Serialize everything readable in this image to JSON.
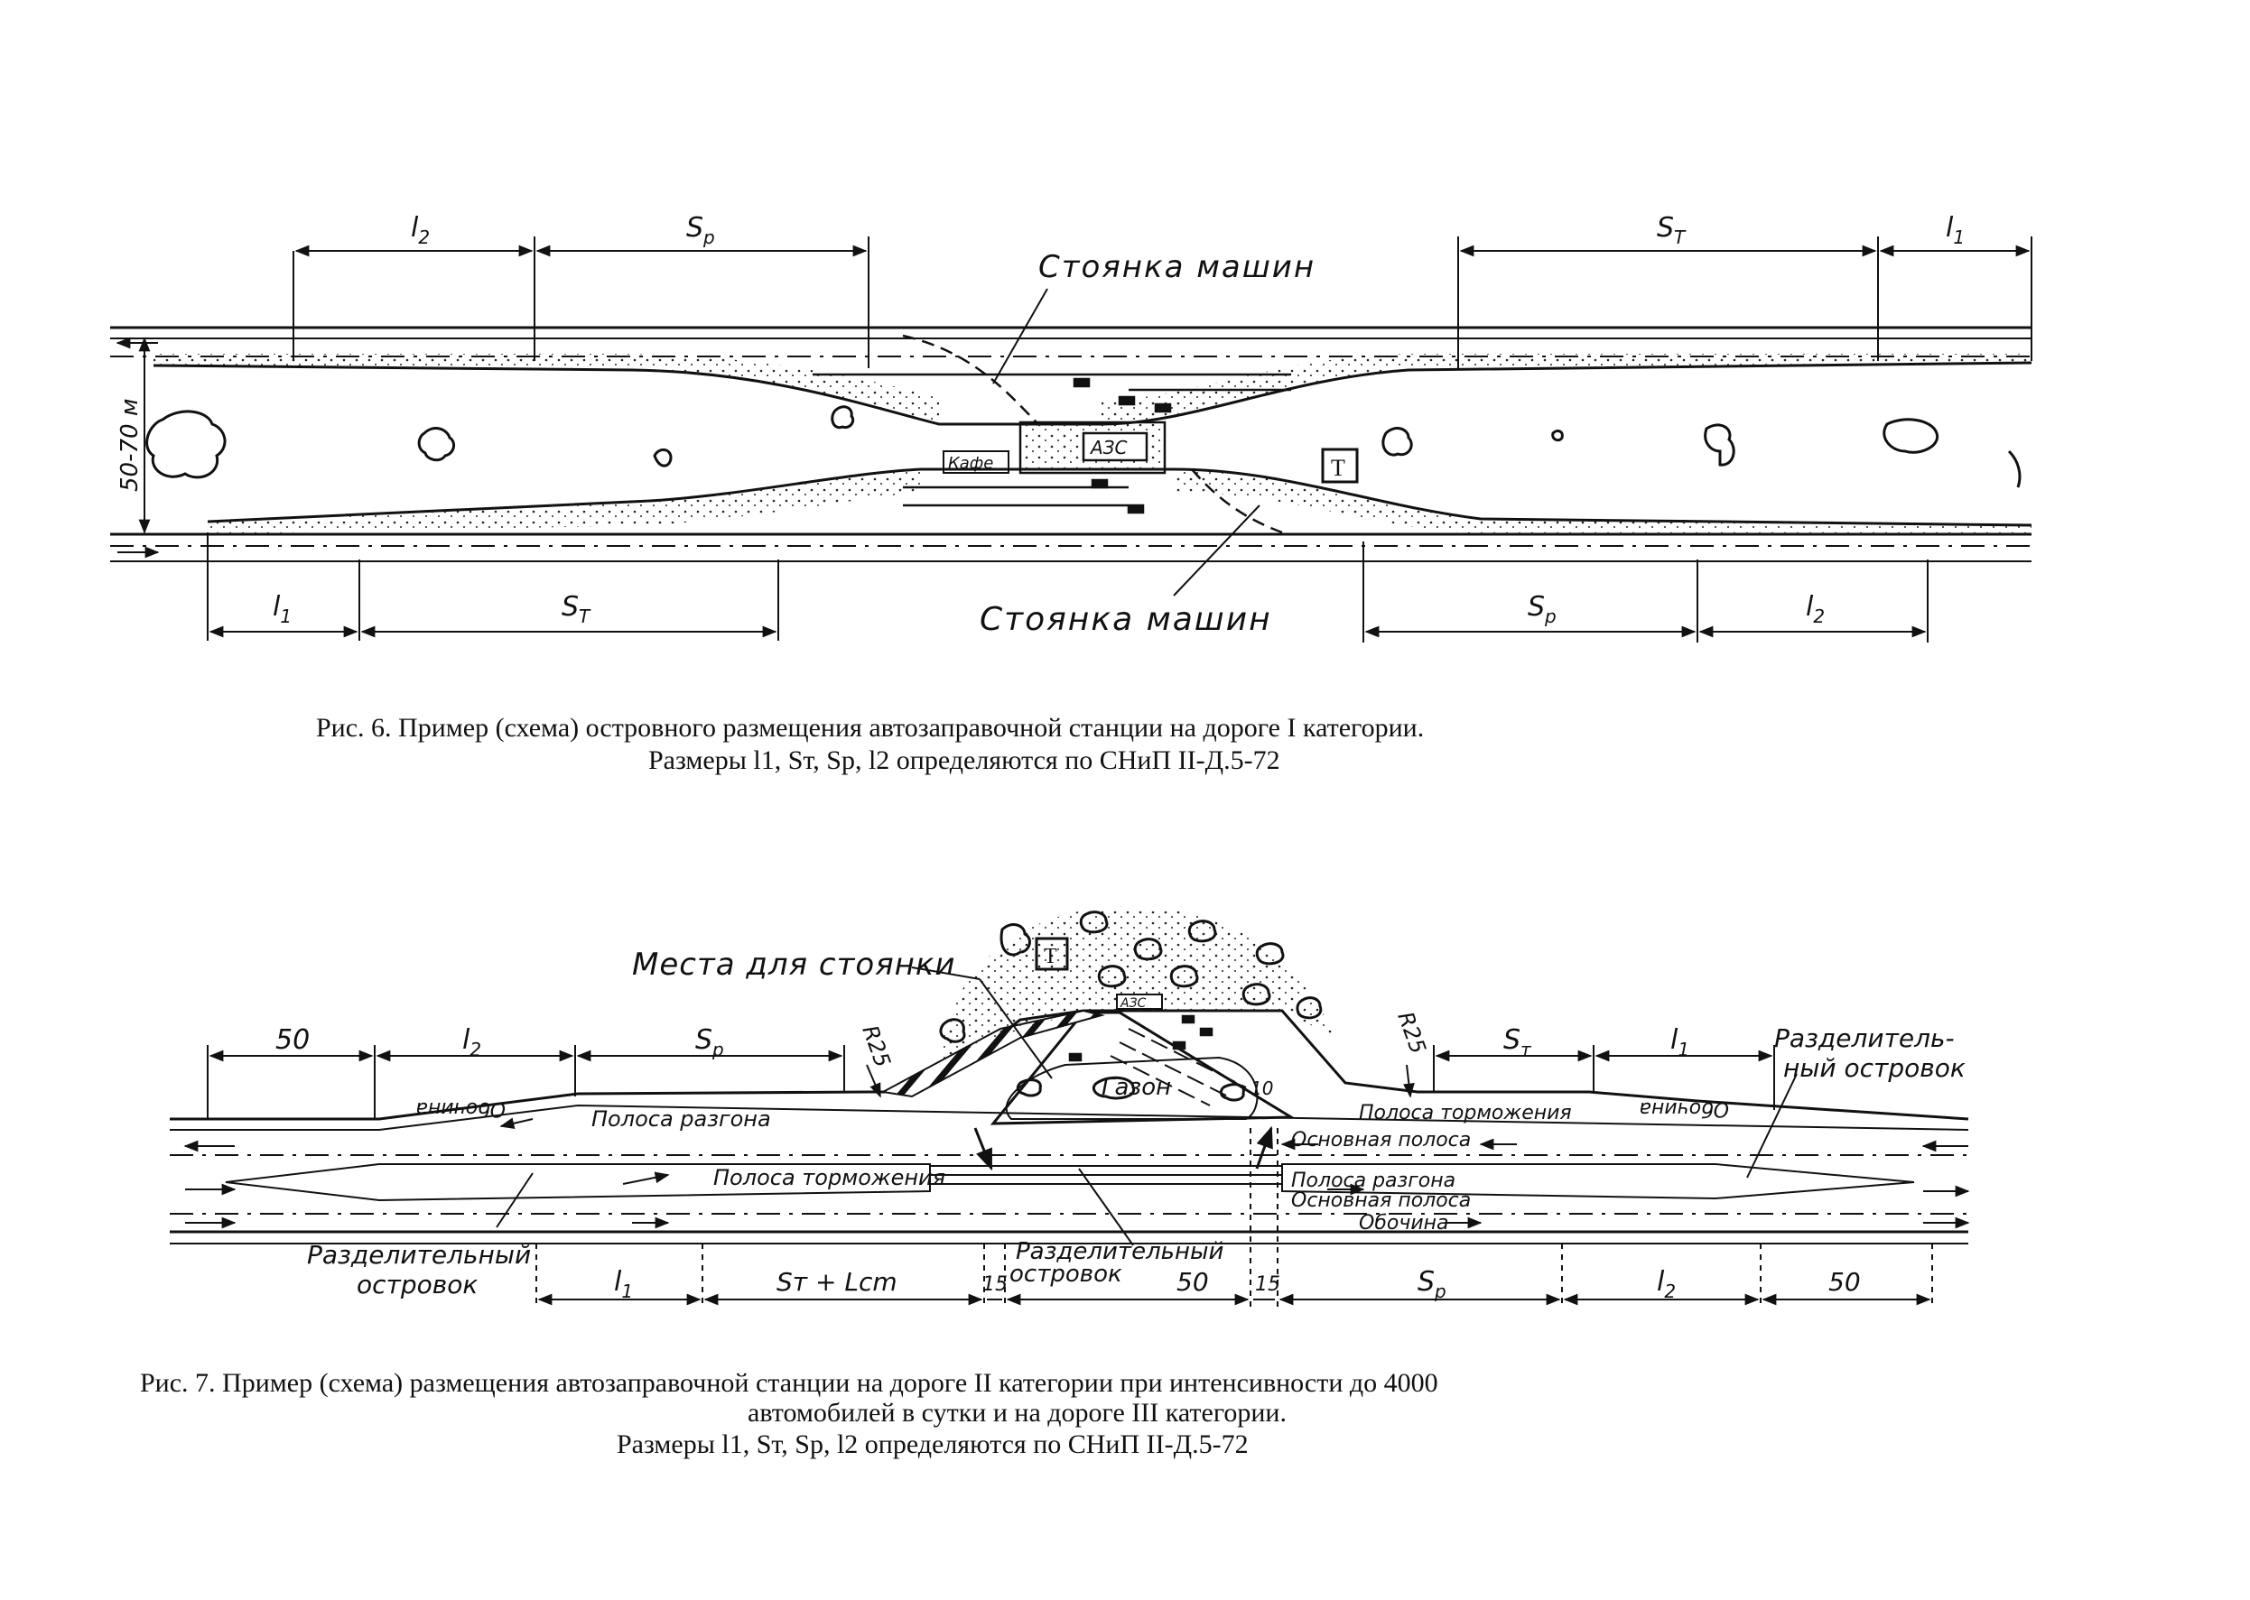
{
  "fig6": {
    "dims_top": {
      "l2": "l2",
      "sp": "Sp",
      "st": "ST",
      "l1": "l1"
    },
    "dims_bottom": {
      "l1": "l1",
      "st": "ST",
      "sp": "Sp",
      "l2": "l2"
    },
    "parking_top": "Стоянка машин",
    "parking_bottom": "Стоянка машин",
    "width_label": "50-70 м",
    "cafe": "Кафе",
    "azs": "АЗС",
    "t_box": "T",
    "caption_line1": "Рис. 6. Пример (схема) островного размещения автозаправочной станции на дороге I категории.",
    "caption_line2": "Размеры l1, Sт, Sр, l2 определяются по СНиП II-Д.5-72"
  },
  "fig7": {
    "dims_top": {
      "d50": "50",
      "l2": "l2",
      "sp": "Sp",
      "st": "Sт",
      "l1": "l1"
    },
    "r25_left": "R25",
    "r25_right": "R25",
    "parking": "Места для стоянки",
    "azs": "АЗС",
    "t_box": "T",
    "lawn": "Газон",
    "island_right": "Разделитель-ный островок",
    "island_left": "Разделительный островок",
    "island_center": "Разделительный островок",
    "lanes": {
      "obochina_l": "Обочина",
      "razgona_l": "Полоса разгона",
      "tormozh_l": "Полоса торможения",
      "tormozh_r": "Полоса торможения",
      "osnovnaya_1": "Основная полоса",
      "razgona_r": "Полоса разгона",
      "osnovnaya_2": "Основная полоса",
      "obochina_r": "Обочина",
      "obochina_top_r": "Обочина"
    },
    "dims_bottom": {
      "l1": "l1",
      "st_lcm": "Sт + Lcm",
      "d15a": "15",
      "d50": "50",
      "d15b": "15",
      "sp": "Sp",
      "l2": "l2",
      "d50b": "50"
    },
    "v10": "10",
    "caption_line1": "Рис. 7. Пример (схема) размещения автозаправочной станции на дороге II категории при интенсивности до 4000",
    "caption_line2": "автомобилей в сутки и на дороге III категории.",
    "caption_line3": "Размеры l1, Sт, Sр, l2 определяются по СНиП II-Д.5-72"
  }
}
